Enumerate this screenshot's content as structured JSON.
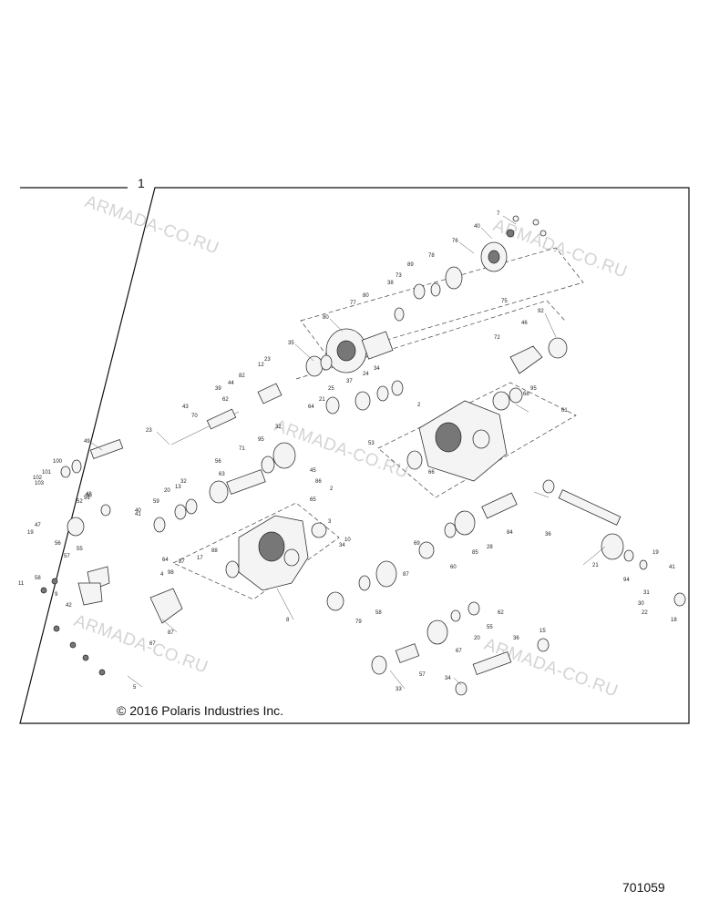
{
  "diagram": {
    "title_number": "1",
    "copyright": "© 2016 Polaris Industries Inc.",
    "drawing_number": "701059",
    "watermark": "ARMADA-CO.RU",
    "callouts": [
      "7",
      "40",
      "76",
      "78",
      "75",
      "38",
      "73",
      "80",
      "77",
      "89",
      "92",
      "46",
      "72",
      "35",
      "80",
      "34",
      "24",
      "23",
      "12",
      "82",
      "44",
      "62",
      "39",
      "43",
      "70",
      "23",
      "21",
      "37",
      "25",
      "64",
      "68",
      "2",
      "95",
      "61",
      "66",
      "49",
      "100",
      "101",
      "102",
      "103",
      "71",
      "95",
      "32",
      "53",
      "45",
      "86",
      "2",
      "56",
      "63",
      "32",
      "13",
      "20",
      "59",
      "40",
      "41",
      "52",
      "51",
      "50",
      "48",
      "47",
      "19",
      "57",
      "55",
      "56",
      "11",
      "9",
      "42",
      "58",
      "67",
      "5",
      "87",
      "17",
      "88",
      "65",
      "10",
      "34",
      "64",
      "87",
      "60",
      "98",
      "69",
      "87",
      "4",
      "3",
      "8",
      "85",
      "84",
      "28",
      "79",
      "58",
      "36",
      "67",
      "57",
      "62",
      "55",
      "33",
      "20",
      "36",
      "15",
      "34",
      "19",
      "41",
      "31",
      "30",
      "22",
      "18",
      "94",
      "21",
      "33",
      "62"
    ]
  }
}
